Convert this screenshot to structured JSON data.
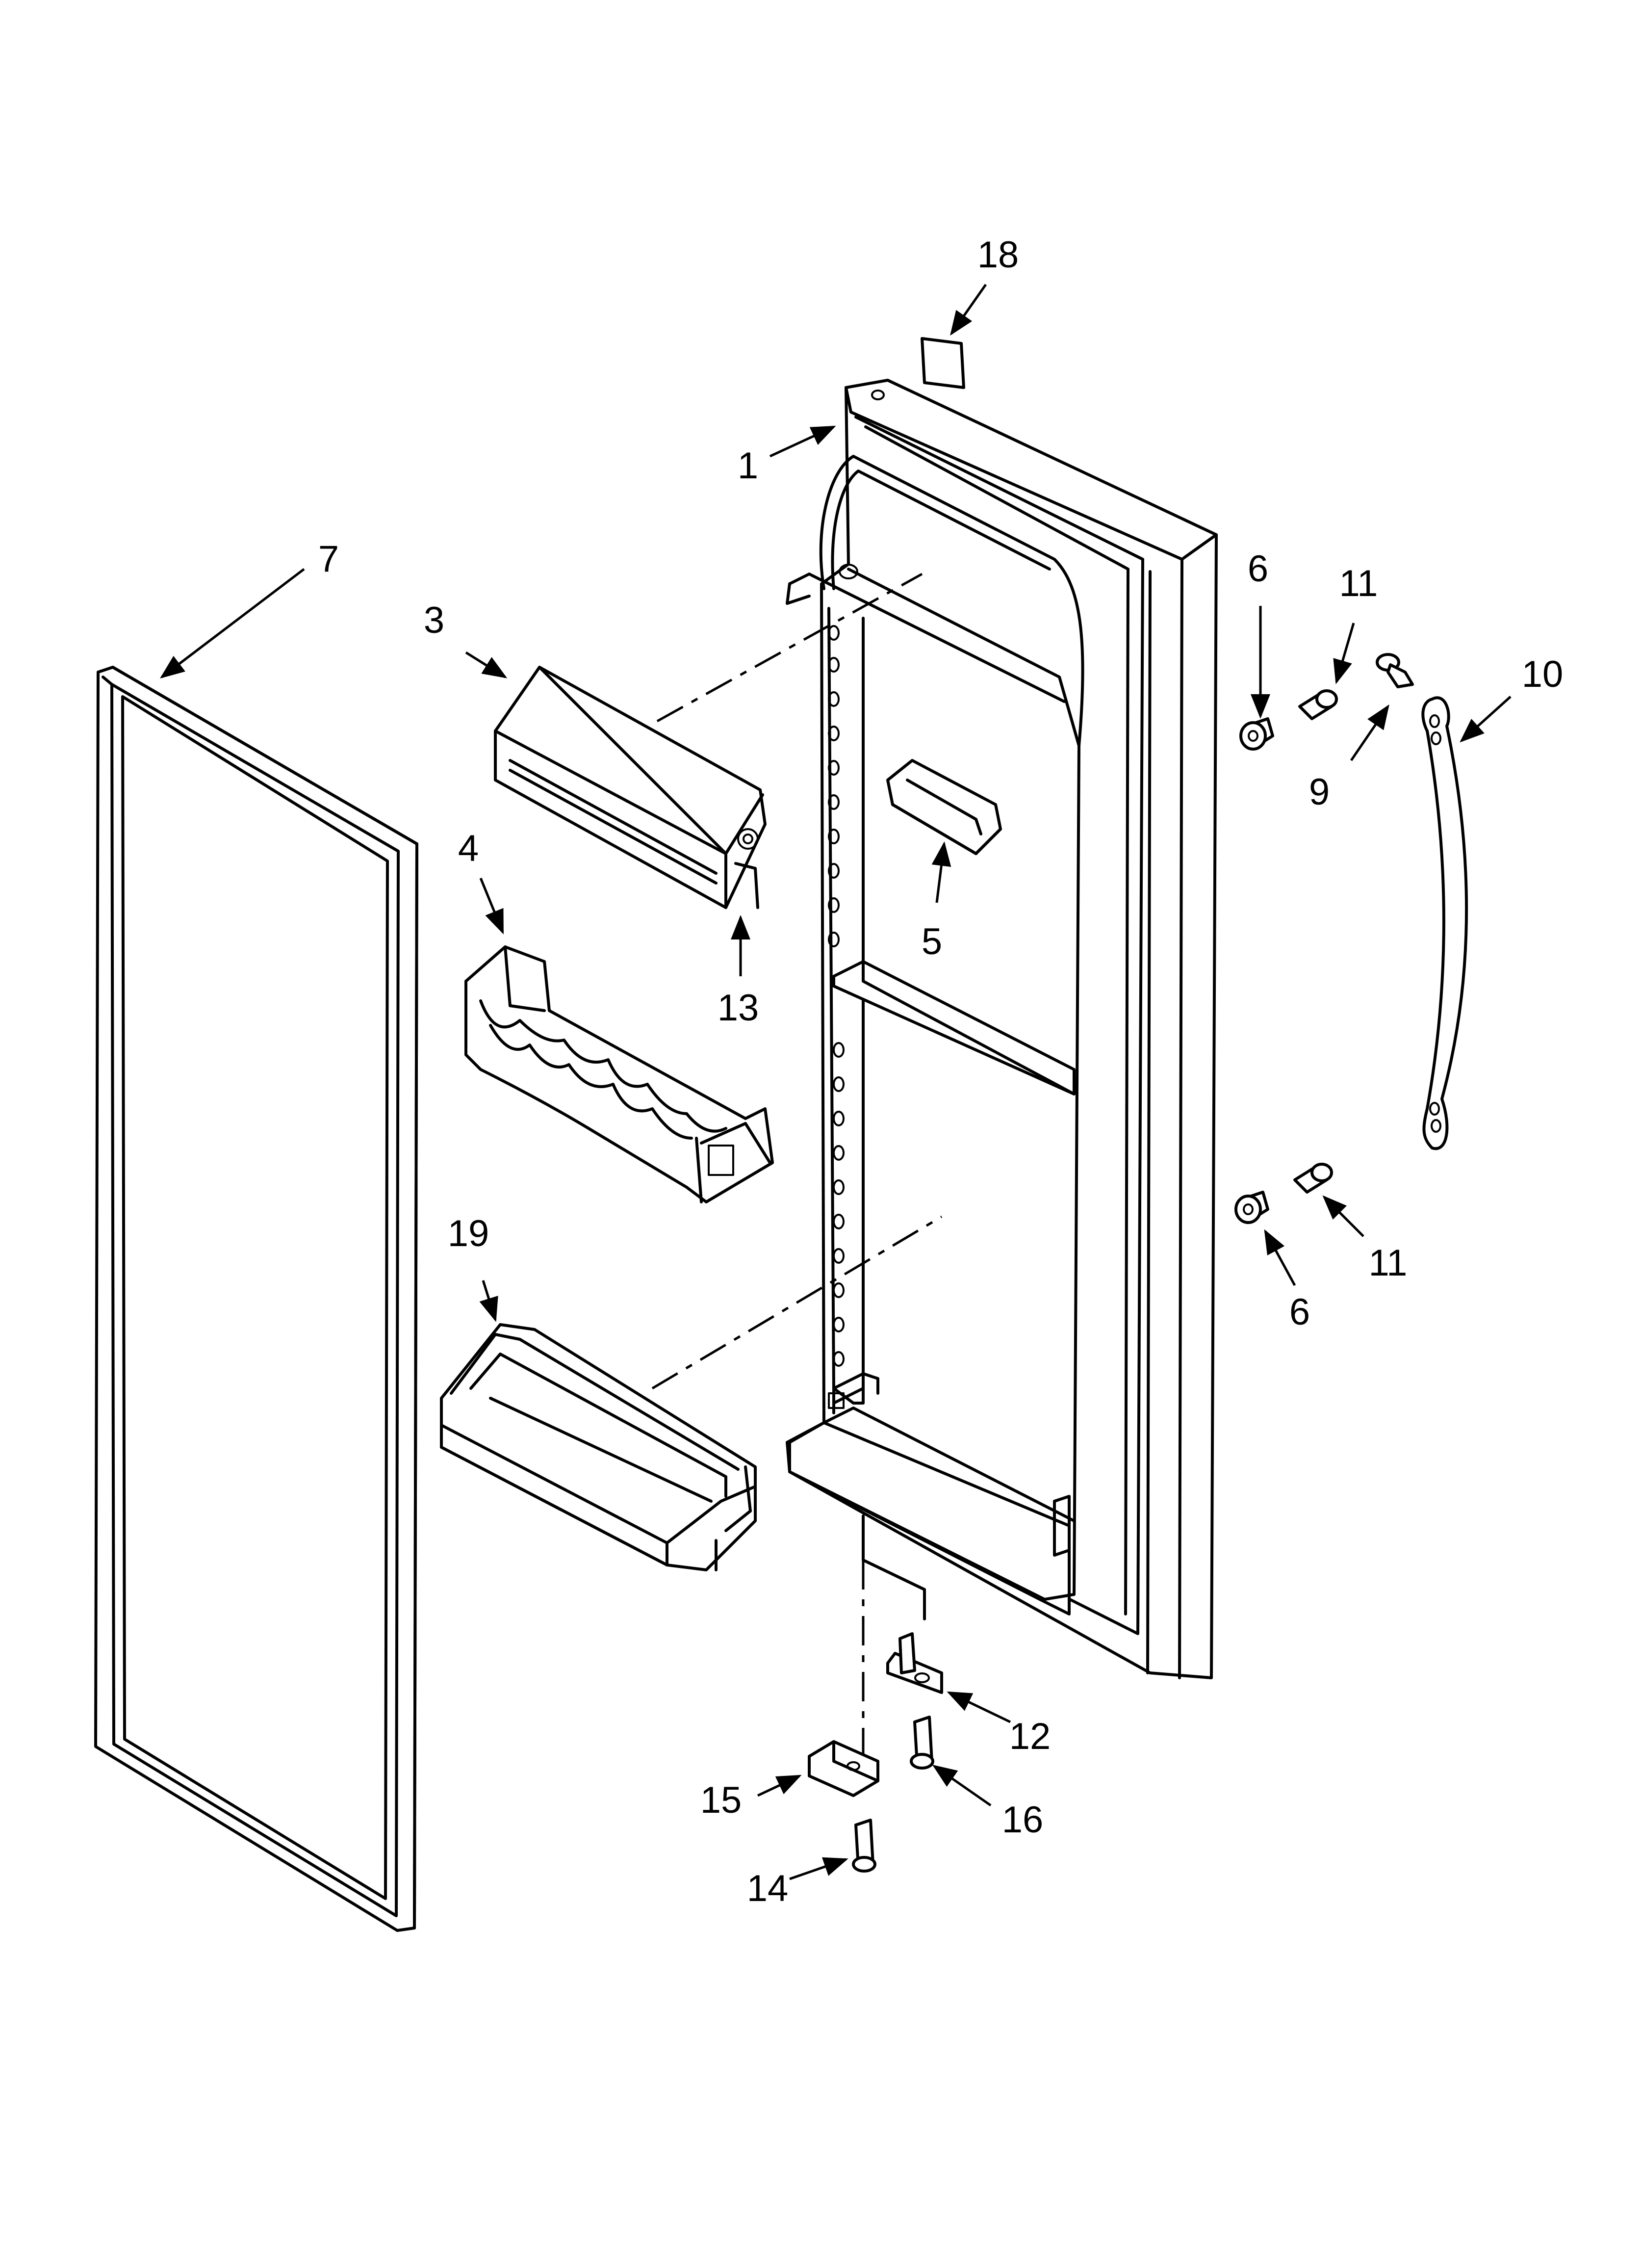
{
  "callouts": [
    "18",
    "1",
    "7",
    "3",
    "4",
    "13",
    "5",
    "6",
    "11",
    "9",
    "10",
    "6",
    "11",
    "19",
    "12",
    "15",
    "16",
    "14"
  ]
}
